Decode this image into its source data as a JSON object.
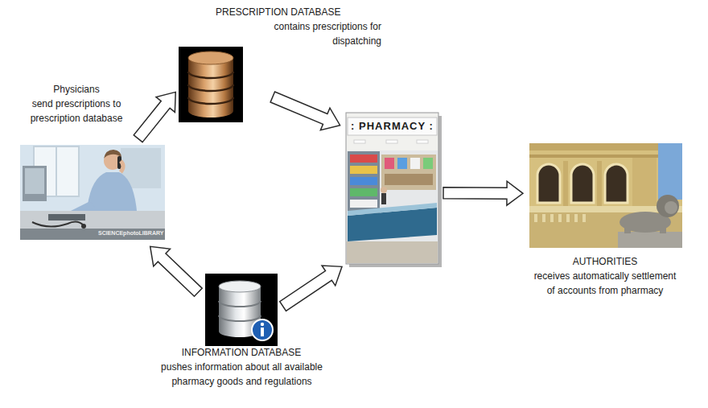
{
  "diagram": {
    "nodes": [
      {
        "text": [
          "PRESCRIPTION DATABASE",
          "contains prescriptions for dispatching"
        ]
      },
      {
        "text": [
          "Physicians",
          "send prescriptions to prescription database"
        ]
      },
      {
        "text": [
          ": PHARMACY :"
        ]
      },
      {
        "text": [
          "AUTHORITIES",
          "receives automatically settlement of accounts from pharmacy"
        ]
      },
      {
        "text": [
          "INFORMATION DATABASE",
          "pushes information about all available pharmacy goods and regulations"
        ]
      }
    ],
    "edges": [
      {
        "from": 1,
        "to": 0,
        "arrow": "to"
      },
      {
        "from": 0,
        "to": 2,
        "arrow": "to"
      },
      {
        "from": 2,
        "to": 3,
        "arrow": "to"
      },
      {
        "from": 4,
        "to": 1,
        "arrow": "to"
      },
      {
        "from": 4,
        "to": 2,
        "arrow": "to"
      }
    ],
    "labels": [
      "SCIENCEphotoLIBRARY"
    ]
  }
}
